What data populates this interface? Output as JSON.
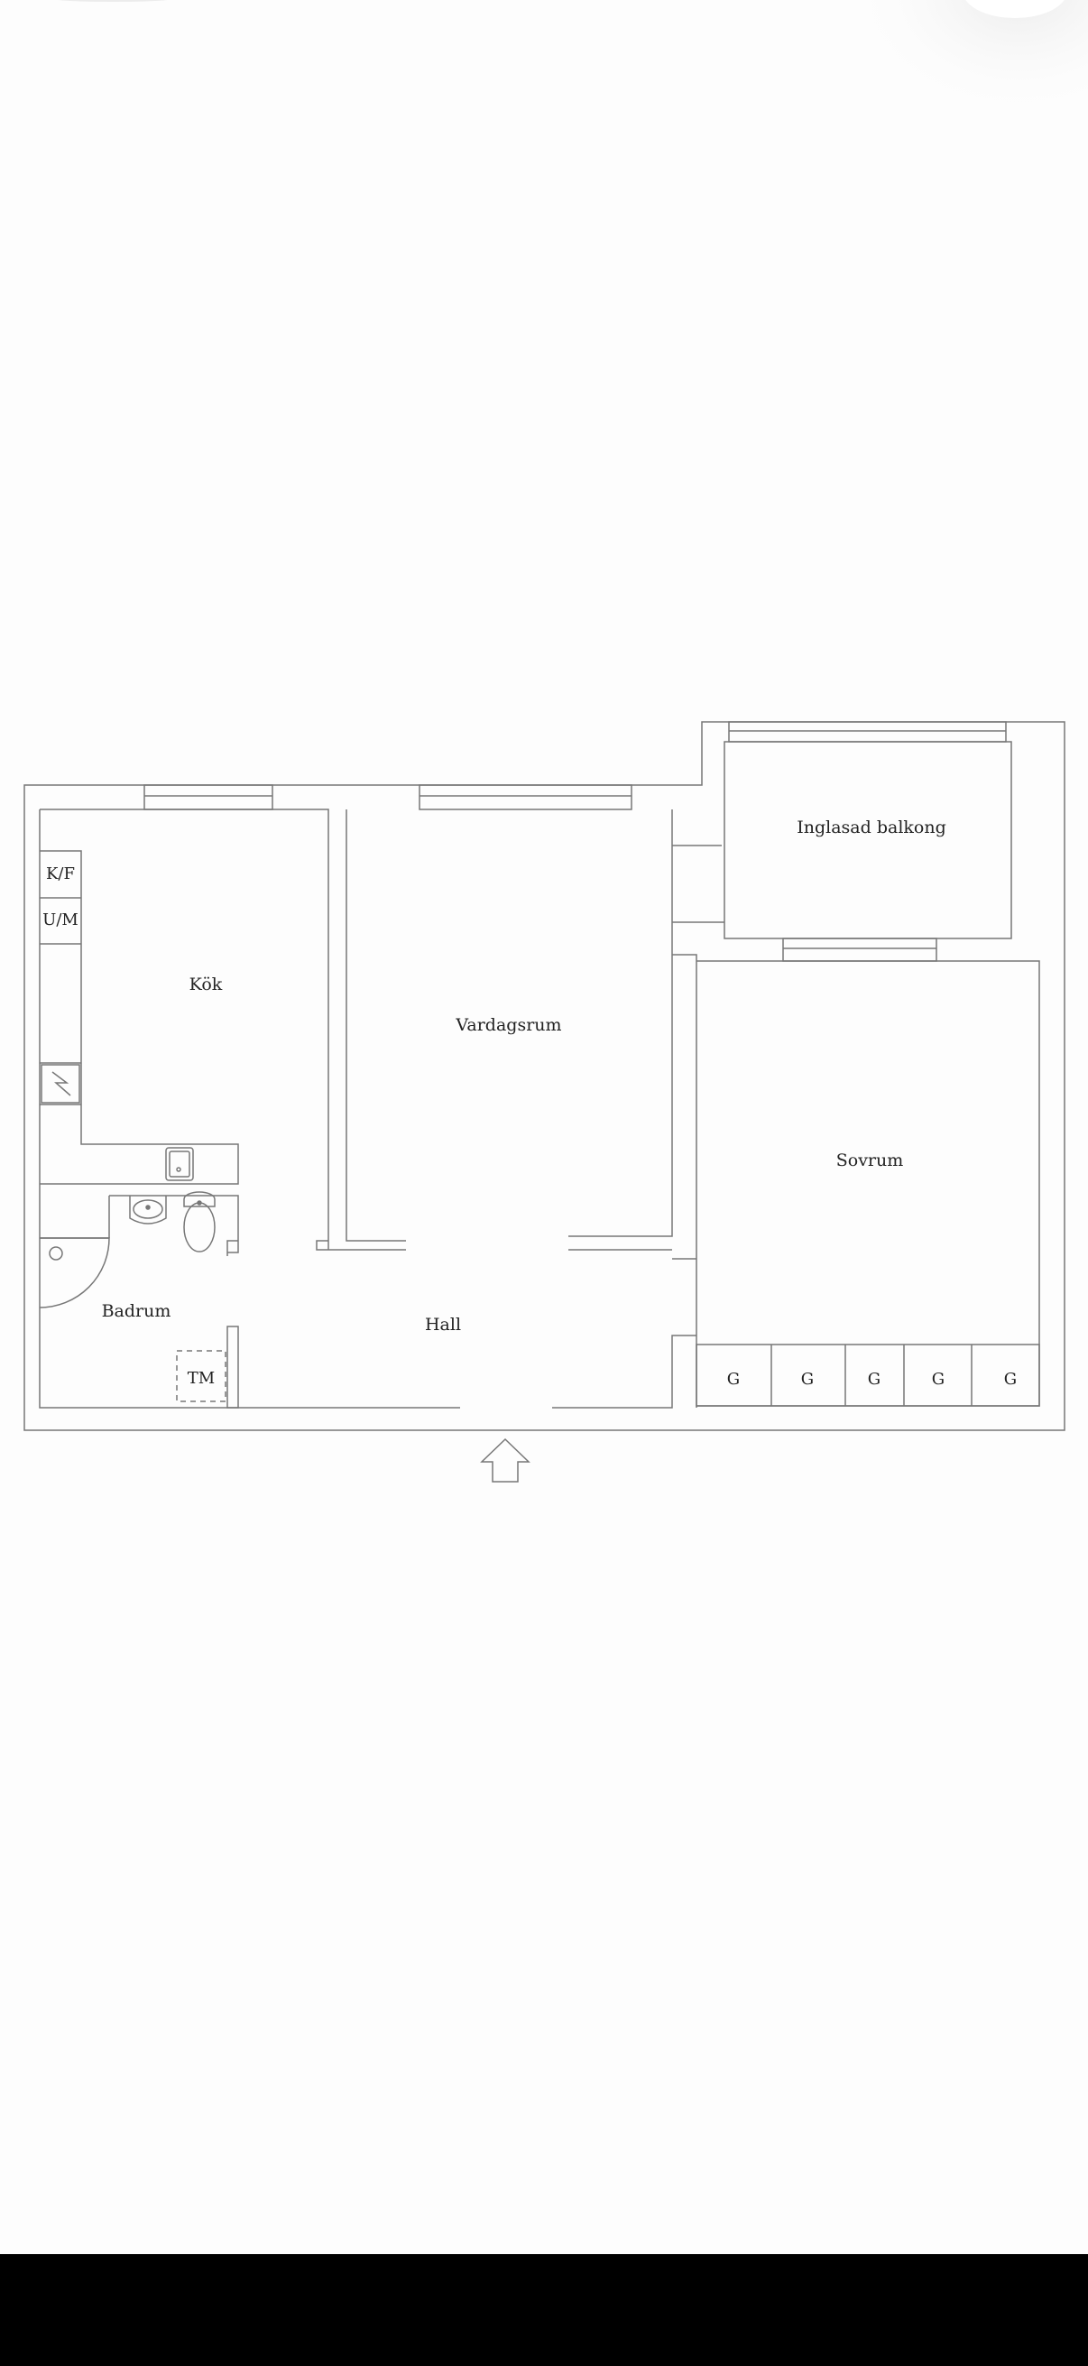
{
  "rooms": {
    "kok": "Kök",
    "vardagsrum": "Vardagsrum",
    "balkong": "Inglasad balkong",
    "sovrum": "Sovrum",
    "badrum": "Badrum",
    "hall": "Hall"
  },
  "fixtures": {
    "kf": "K/F",
    "um": "U/M",
    "tm": "TM",
    "wardrobe": [
      "G",
      "G",
      "G",
      "G",
      "G"
    ]
  },
  "icons": {
    "entrance": "entrance-arrow-icon",
    "stove": "stove-icon",
    "sink": "sink-icon",
    "washbasin": "washbasin-icon",
    "toilet": "toilet-icon",
    "shower": "shower-icon"
  }
}
